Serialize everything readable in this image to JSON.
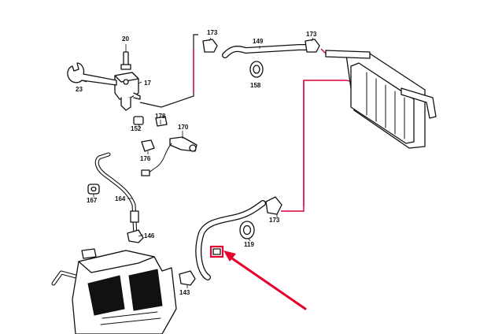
{
  "labels": {
    "p20": "20",
    "p17": "17",
    "p23": "23",
    "p152": "152",
    "p178": "178",
    "p170": "170",
    "p176": "176",
    "p167": "167",
    "p164": "164",
    "p146": "146",
    "p143": "143",
    "p173a": "173",
    "p149": "149",
    "p173b": "173",
    "p158": "158",
    "p173c": "173",
    "p119": "119"
  },
  "highlight": {
    "color": "#e8002d",
    "guide_color": "#d9003a"
  }
}
